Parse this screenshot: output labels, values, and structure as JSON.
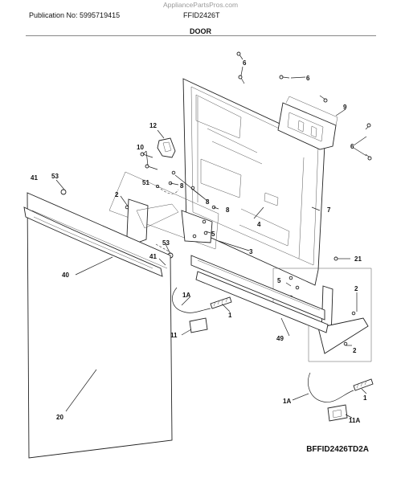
{
  "watermark": "AppliancePartsPros.com",
  "header": {
    "publication": "Publication No: 5995719415",
    "model": "FFID2426T",
    "section": "DOOR"
  },
  "reference_code": "BFFID2426TD2A",
  "callouts": [
    {
      "id": "c6a",
      "label": "6"
    },
    {
      "id": "c6b",
      "label": "6"
    },
    {
      "id": "c9",
      "label": "9"
    },
    {
      "id": "c6c",
      "label": "6"
    },
    {
      "id": "c12",
      "label": "12"
    },
    {
      "id": "c10",
      "label": "10"
    },
    {
      "id": "c41a",
      "label": "41"
    },
    {
      "id": "c53a",
      "label": "53"
    },
    {
      "id": "c2a",
      "label": "2"
    },
    {
      "id": "c51",
      "label": "51"
    },
    {
      "id": "c8a",
      "label": "8"
    },
    {
      "id": "c8b",
      "label": "8"
    },
    {
      "id": "c8c",
      "label": "8"
    },
    {
      "id": "c7",
      "label": "7"
    },
    {
      "id": "c4",
      "label": "4"
    },
    {
      "id": "c5a",
      "label": "5"
    },
    {
      "id": "c3",
      "label": "3"
    },
    {
      "id": "c53b",
      "label": "53"
    },
    {
      "id": "c41b",
      "label": "41"
    },
    {
      "id": "c40",
      "label": "40"
    },
    {
      "id": "c21",
      "label": "21"
    },
    {
      "id": "c5b",
      "label": "5"
    },
    {
      "id": "c2b",
      "label": "2"
    },
    {
      "id": "c1a",
      "label": "1A"
    },
    {
      "id": "c1",
      "label": "1"
    },
    {
      "id": "c11",
      "label": "11"
    },
    {
      "id": "c49",
      "label": "49"
    },
    {
      "id": "c2c",
      "label": "2"
    },
    {
      "id": "c1b",
      "label": "1"
    },
    {
      "id": "c1ab",
      "label": "1A"
    },
    {
      "id": "c11a",
      "label": "11A"
    },
    {
      "id": "c20",
      "label": "20"
    }
  ]
}
